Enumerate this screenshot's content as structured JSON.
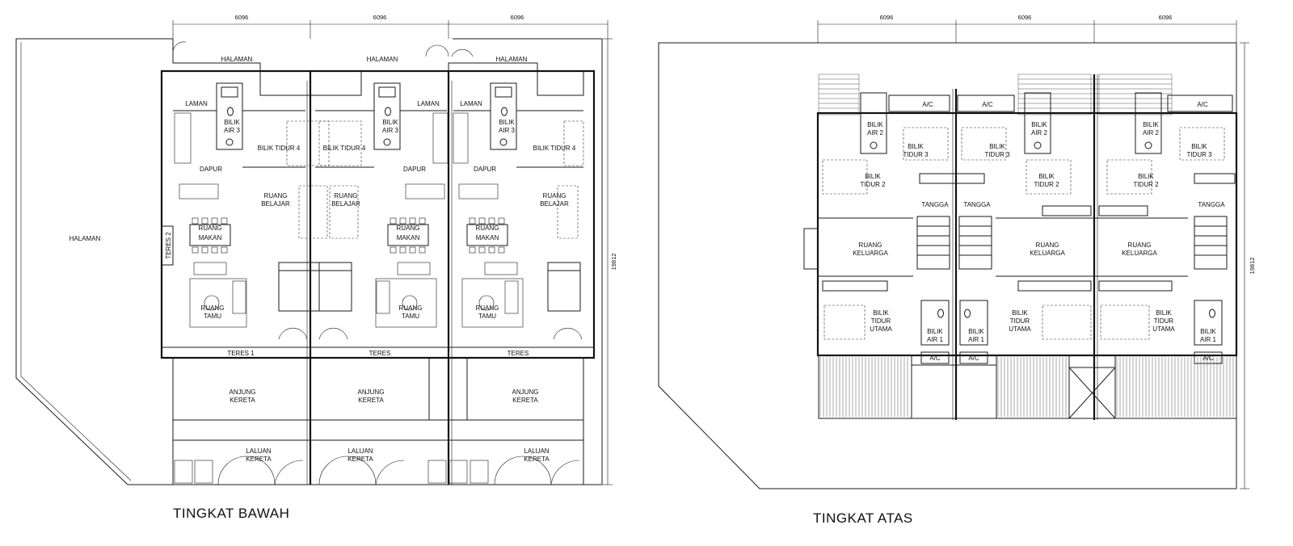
{
  "titles": {
    "ground": "TINGKAT BAWAH",
    "upper": "TINGKAT ATAS"
  },
  "dimensions": {
    "width": "6096",
    "depth": "19812"
  },
  "ground_floor": {
    "halaman": "HALAMAN",
    "laman": "LAMAN",
    "bilik_air_3": [
      "BILIK",
      "AIR 3"
    ],
    "bilik_tidur_4": "BILIK TIDUR 4",
    "dapur": "DAPUR",
    "ruang_belajar": [
      "RUANG",
      "BELAJAR"
    ],
    "ruang_makan": [
      "RUANG",
      "MAKAN"
    ],
    "ruang_tamu": [
      "RUANG",
      "TAMU"
    ],
    "teres_1": "TERES 1",
    "teres_2": "TERES 2",
    "teres": "TERES",
    "anjung_kereta": [
      "ANJUNG",
      "KERETA"
    ],
    "laluan_kereta": [
      "LALUAN",
      "KERETA"
    ]
  },
  "upper_floor": {
    "ac": "A/C",
    "bilik_air_2": [
      "BILIK",
      "AIR 2"
    ],
    "bilik_tidur_3": [
      "BILIK",
      "TIDUR 3"
    ],
    "bilik_tidur_2": [
      "BILIK",
      "TIDUR 2"
    ],
    "tangga": "TANGGA",
    "ruang_keluarga": [
      "RUANG",
      "KELUARGA"
    ],
    "bilik_tidur_utama": [
      "BILIK",
      "TIDUR",
      "UTAMA"
    ],
    "bilik_air_1": [
      "BILIK",
      "AIR 1"
    ]
  }
}
